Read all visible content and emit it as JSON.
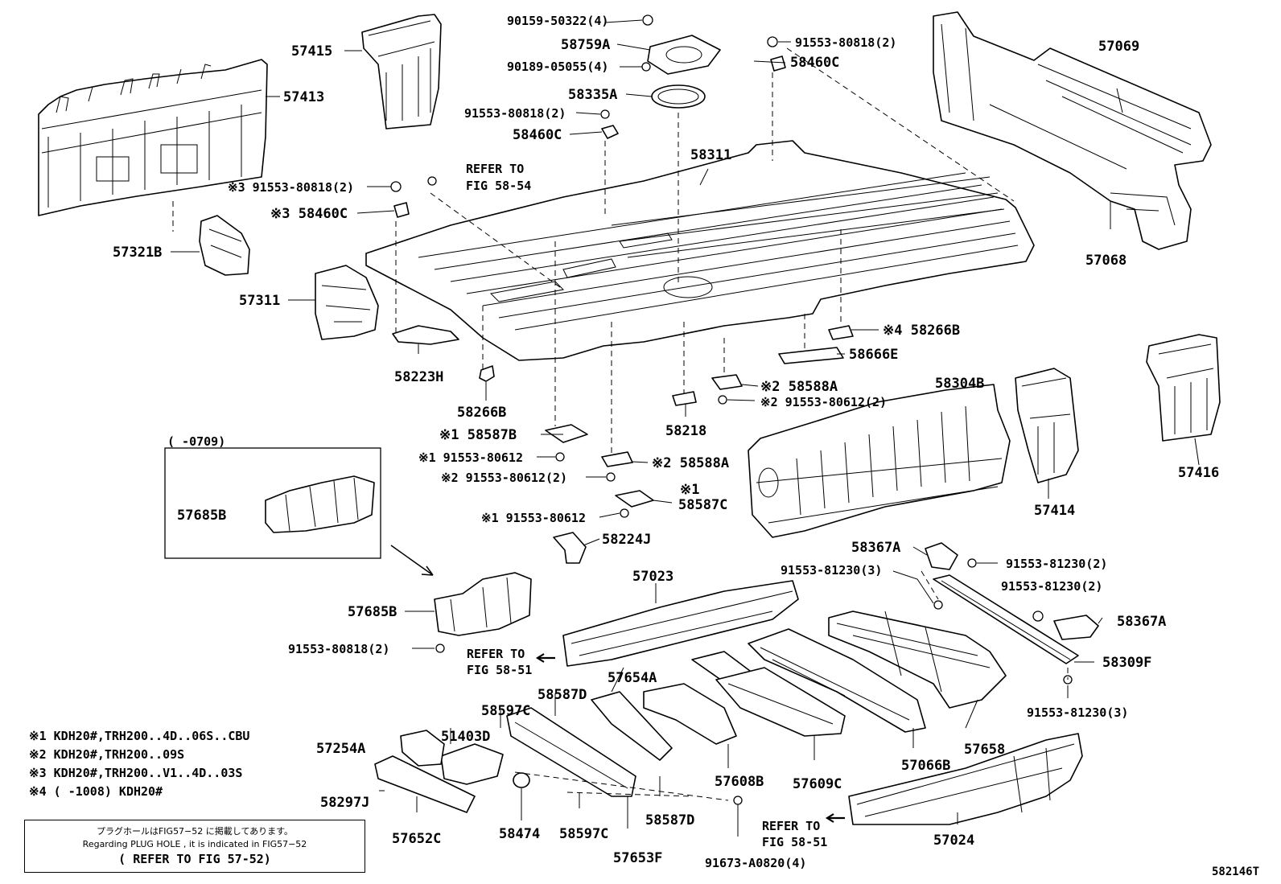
{
  "parts": {
    "p57415": "57415",
    "p57413": "57413",
    "p57321B": "57321B",
    "p57311": "57311",
    "p58223H": "58223H",
    "p58266B_left": "58266B",
    "p58311": "58311",
    "p58759A": "58759A",
    "p58335A": "58335A",
    "p58460C_center": "58460C",
    "p58460C_right": "58460C",
    "p58460C_left": "※3 58460C",
    "p57069": "57069",
    "p57068": "57068",
    "p58266B_right": "※4 58266B",
    "p58666E": "58666E",
    "p58588A_upper": "※2 58588A",
    "p58218": "58218",
    "p58587B": "※1 58587B",
    "p58588A_lower": "※2 58588A",
    "p58587C": "58587C",
    "p58587C_mark": "※1",
    "p58224J": "58224J",
    "p58304B": "58304B",
    "p57414": "57414",
    "p57416": "57416",
    "p57685B_box": "57685B",
    "p57685B": "57685B",
    "p57023": "57023",
    "p58367A_upper": "58367A",
    "p58367A_right": "58367A",
    "p58309F": "58309F",
    "p57654A": "57654A",
    "p58587D_upper": "58587D",
    "p58597C_upper": "58597C",
    "p51403D": "51403D",
    "p57254A": "57254A",
    "p58297J": "58297J",
    "p57652C": "57652C",
    "p58474": "58474",
    "p58597C_lower": "58597C",
    "p57653F": "57653F",
    "p58587D_lower": "58587D",
    "p57608B": "57608B",
    "p57609C": "57609C",
    "p57066B": "57066B",
    "p57658": "57658",
    "p57024": "57024"
  },
  "fasteners": {
    "f90159": "90159-50322(4)",
    "f90189": "90189-05055(4)",
    "f91553_80818_center": "91553-80818(2)",
    "f91553_80818_right": "91553-80818(2)",
    "f91553_80818_left": "※3 91553-80818(2)",
    "f91553_80612_upper": "※2 91553-80612(2)",
    "f91553_80612_b": "※1 91553-80612",
    "f91553_80612_c": "※2 91553-80612(2)",
    "f91553_80612_d": "※1 91553-80612",
    "f91553_81230_a": "91553-81230(2)",
    "f91553_81230_b": "91553-81230(3)",
    "f91553_81230_c": "91553-81230(2)",
    "f91553_81230_d": "91553-81230(3)",
    "f91553_80818_lower": "91553-80818(2)",
    "f91673": "91673-A0820(4)"
  },
  "refs": {
    "ref_58_54_a": "REFER TO",
    "ref_58_54_b": "FIG 58-54",
    "ref_58_51_left_a": "REFER TO",
    "ref_58_51_left_b": "FIG 58-51",
    "ref_58_51_right_a": "REFER TO",
    "ref_58_51_right_b": "FIG 58-51"
  },
  "inset": {
    "date": "(      -0709)"
  },
  "legend": [
    "※1 KDH20#,TRH200..4D..06S..CBU",
    "※2 KDH20#,TRH200..09S",
    "※3 KDH20#,TRH200..V1..4D..03S",
    "※4 (      -1008) KDH20#"
  ],
  "note": {
    "jp": "プラグホールはFIG57−52 に掲載してあります。",
    "en": "Regarding PLUG HOLE , it is indicated in FIG57−52",
    "ref": "( REFER TO FIG 57-52)"
  },
  "figure_id": "582146T"
}
